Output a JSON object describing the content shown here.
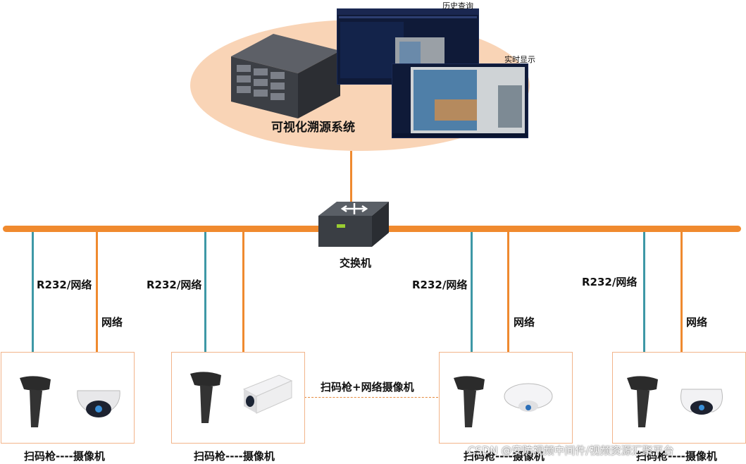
{
  "system": {
    "title": "可视化溯源系统",
    "history_label": "历史查询",
    "realtime_label": "实时显示"
  },
  "switch": {
    "label": "交换机"
  },
  "connections": {
    "r232_label": "R232/网络",
    "network_label": "网络",
    "middle_label": "扫码枪+网络摄像机"
  },
  "stations": [
    {
      "label": "扫码枪----摄像机"
    },
    {
      "label": "扫码枪----摄像机"
    },
    {
      "label": "扫码枪----摄像机"
    },
    {
      "label": "扫码枪----摄像机"
    }
  ],
  "watermark": "CSDN @安防视频中间件/视频资源汇聚平台",
  "colors": {
    "bus": "#f08a2e",
    "teal": "#3e98a6",
    "ellipse": "#f9d4b6"
  }
}
